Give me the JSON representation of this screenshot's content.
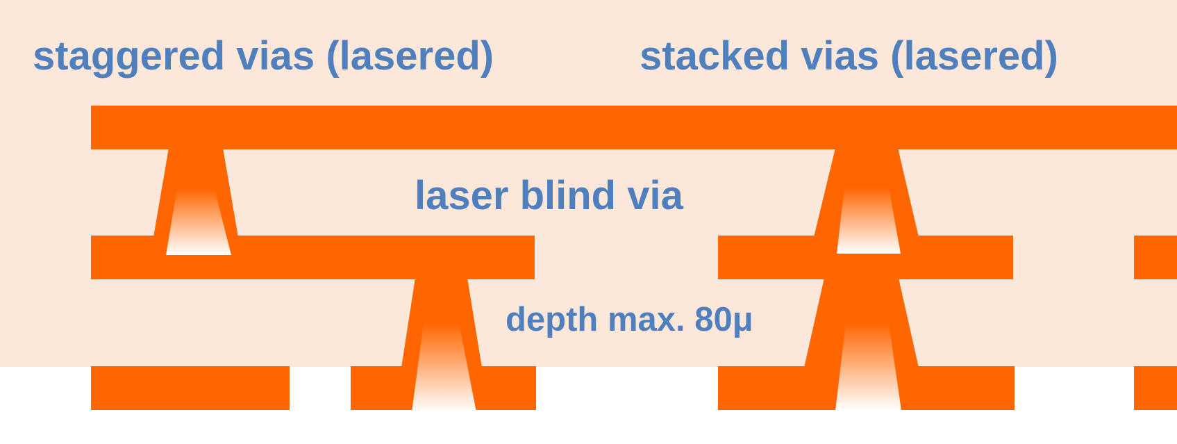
{
  "labels": {
    "staggered_title": "staggered vias (lasered)",
    "stacked_title": "stacked vias (lasered)",
    "laser_blind_via": "laser blind via",
    "depth_note": "depth max. 80μ"
  },
  "colors": {
    "dielectric": "#fce8da",
    "copper": "#ff6600",
    "via_fill_light": "#ffffff",
    "text": "#4f7fbd",
    "background": "#ffffff"
  }
}
